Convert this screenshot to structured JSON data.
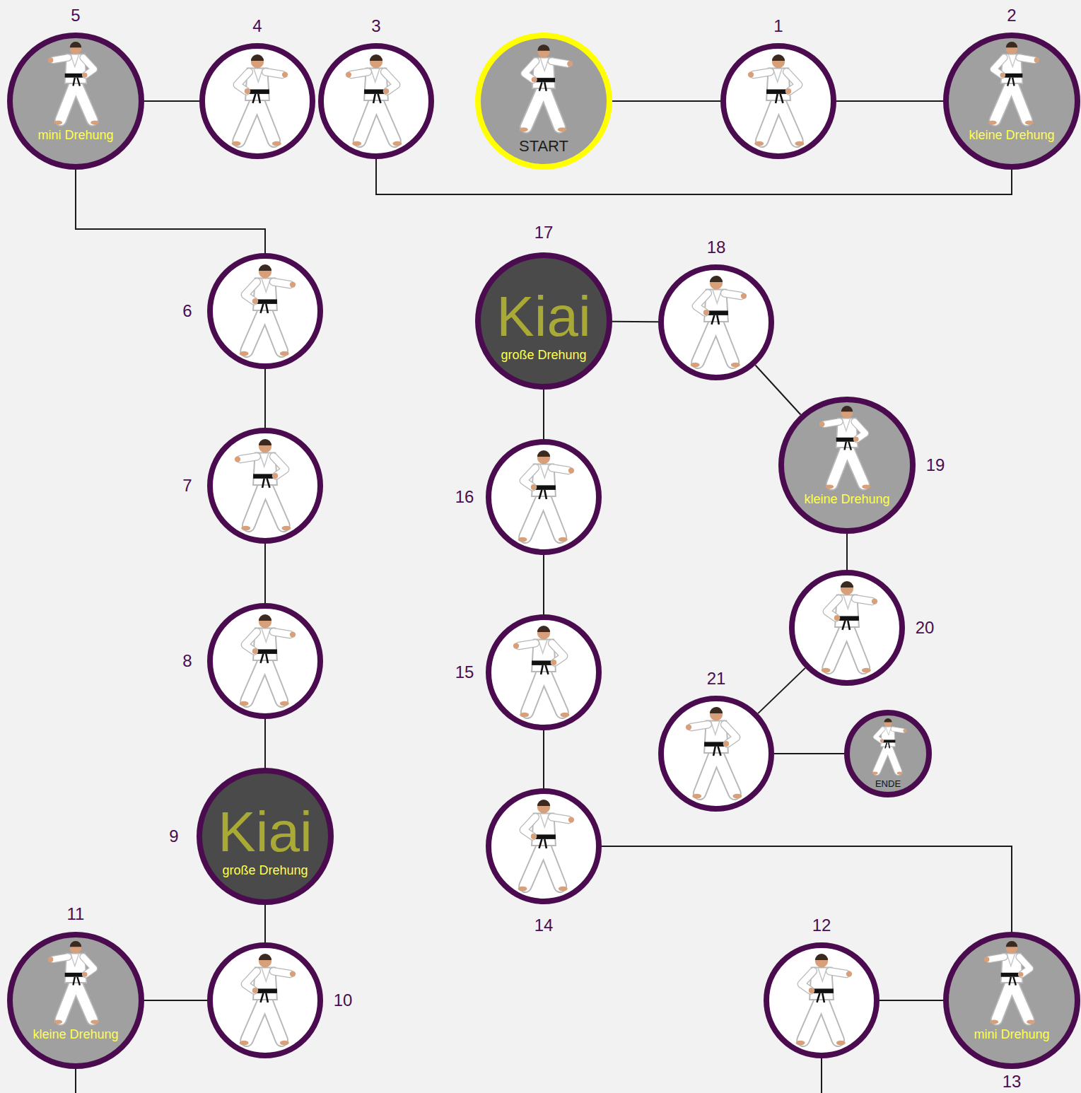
{
  "diagram": {
    "nodes": [
      {
        "text": [
          "START"
        ]
      },
      {
        "text": [
          "1"
        ]
      },
      {
        "text": [
          "2",
          "kleine Drehung"
        ]
      },
      {
        "text": [
          "3"
        ]
      },
      {
        "text": [
          "4"
        ]
      },
      {
        "text": [
          "5",
          "mini Drehung"
        ]
      },
      {
        "text": [
          "6"
        ]
      },
      {
        "text": [
          "7"
        ]
      },
      {
        "text": [
          "8"
        ]
      },
      {
        "text": [
          "9",
          "Kiai",
          "große Drehung"
        ]
      },
      {
        "text": [
          "10"
        ]
      },
      {
        "text": [
          "11",
          "kleine Drehung"
        ]
      },
      {
        "text": [
          "12"
        ]
      },
      {
        "text": [
          "13",
          "mini Drehung"
        ]
      },
      {
        "text": [
          "14"
        ]
      },
      {
        "text": [
          "15"
        ]
      },
      {
        "text": [
          "16"
        ]
      },
      {
        "text": [
          "17",
          "Kiai",
          "große Drehung"
        ]
      },
      {
        "text": [
          "18"
        ]
      },
      {
        "text": [
          "19",
          "kleine Drehung"
        ]
      },
      {
        "text": [
          "20"
        ]
      },
      {
        "text": [
          "21"
        ]
      },
      {
        "text": [
          "ENDE"
        ]
      }
    ],
    "edges": [
      {
        "from": 0,
        "to": 1,
        "arrow": "none"
      },
      {
        "from": 1,
        "to": 2,
        "arrow": "none"
      },
      {
        "from": 2,
        "to": 3,
        "arrow": "none"
      },
      {
        "from": 4,
        "to": 5,
        "arrow": "none"
      },
      {
        "from": 5,
        "to": 6,
        "arrow": "none"
      },
      {
        "from": 6,
        "to": 7,
        "arrow": "none"
      },
      {
        "from": 7,
        "to": 8,
        "arrow": "none"
      },
      {
        "from": 8,
        "to": 9,
        "arrow": "none"
      },
      {
        "from": 9,
        "to": 10,
        "arrow": "none"
      },
      {
        "from": 10,
        "to": 11,
        "arrow": "none"
      },
      {
        "from": 11,
        "to": 12,
        "arrow": "none"
      },
      {
        "from": 12,
        "to": 13,
        "arrow": "none"
      },
      {
        "from": 13,
        "to": 14,
        "arrow": "none"
      },
      {
        "from": 14,
        "to": 15,
        "arrow": "none"
      },
      {
        "from": 15,
        "to": 16,
        "arrow": "none"
      },
      {
        "from": 16,
        "to": 17,
        "arrow": "none"
      },
      {
        "from": 17,
        "to": 18,
        "arrow": "none"
      },
      {
        "from": 18,
        "to": 19,
        "arrow": "none"
      },
      {
        "from": 19,
        "to": 20,
        "arrow": "none"
      },
      {
        "from": 20,
        "to": 21,
        "arrow": "none"
      },
      {
        "from": 21,
        "to": 22,
        "arrow": "none"
      }
    ]
  }
}
